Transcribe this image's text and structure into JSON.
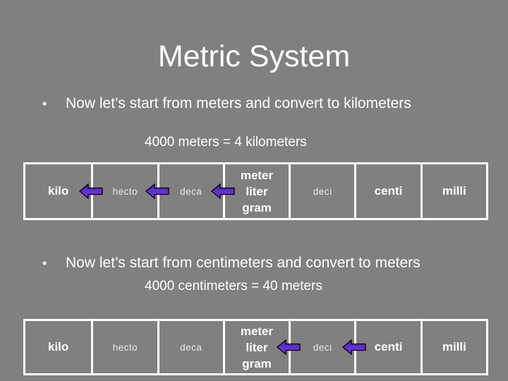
{
  "slide": {
    "title": "Metric System",
    "bullets": [
      {
        "marker": "•",
        "text": "Now let’s start from meters and convert to kilometers"
      },
      {
        "marker": "•",
        "text": "Now let’s start from centimeters and convert to meters"
      }
    ],
    "equations": [
      "4000 meters = 4 kilometers",
      "4000 centimeters = 40 meters"
    ],
    "colors": {
      "background": "#808080",
      "text": "#ffffff",
      "table_border": "#ffffff",
      "arrow_fill_top": "#4a22b4",
      "arrow_fill_bottom": "#7d3af0",
      "arrow_outline": "#000000"
    }
  },
  "tables": [
    {
      "name": "meters to kilometers",
      "cells": [
        {
          "label": "kilo",
          "emphasis": "bold"
        },
        {
          "label": "hecto",
          "emphasis": "regular"
        },
        {
          "label": "deca",
          "emphasis": "regular"
        },
        {
          "lines": [
            "meter",
            "liter",
            "gram"
          ],
          "emphasis": "bold"
        },
        {
          "label": "deci",
          "emphasis": "regular"
        },
        {
          "label": "centi",
          "emphasis": "bold"
        },
        {
          "label": "milli",
          "emphasis": "bold"
        }
      ],
      "arrows": {
        "direction": "left",
        "at_borders_after_cell": [
          1,
          2,
          3
        ]
      }
    },
    {
      "name": "centimeters to meters",
      "cells": [
        {
          "label": "kilo",
          "emphasis": "bold"
        },
        {
          "label": "hecto",
          "emphasis": "regular"
        },
        {
          "label": "deca",
          "emphasis": "regular"
        },
        {
          "lines": [
            "meter",
            "liter",
            "gram"
          ],
          "emphasis": "bold"
        },
        {
          "label": "deci",
          "emphasis": "regular"
        },
        {
          "label": "centi",
          "emphasis": "bold"
        },
        {
          "label": "milli",
          "emphasis": "bold"
        }
      ],
      "arrows": {
        "direction": "left",
        "at_borders_after_cell": [
          4,
          5
        ]
      }
    }
  ]
}
